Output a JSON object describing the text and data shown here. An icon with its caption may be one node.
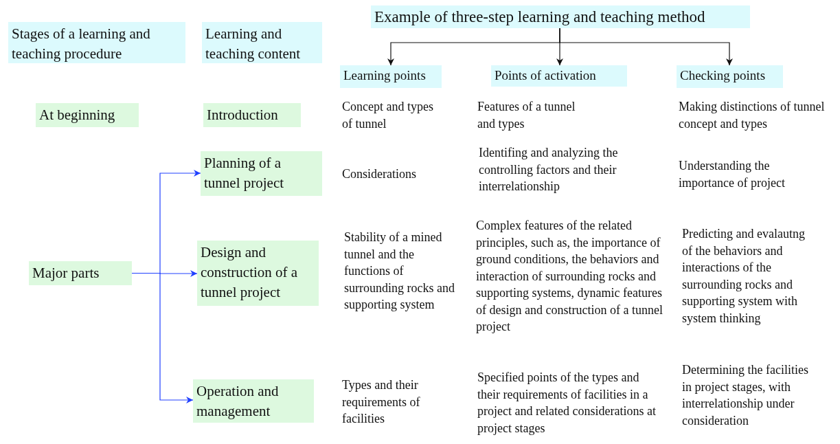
{
  "diagram": {
    "nodes": [
      {
        "text": [
          "Stages of a learning and teaching procedure"
        ]
      },
      {
        "text": [
          "Learning and teaching content"
        ]
      },
      {
        "text": [
          "Example of three-step learning and teaching method"
        ]
      },
      {
        "text": [
          "Learning points"
        ]
      },
      {
        "text": [
          "Points of activation"
        ]
      },
      {
        "text": [
          "Checking points"
        ]
      },
      {
        "text": [
          "At beginning"
        ]
      },
      {
        "text": [
          "Introduction"
        ]
      },
      {
        "text": [
          "Planning of a tunnel project"
        ]
      },
      {
        "text": [
          "Design and construction of a tunnel project"
        ]
      },
      {
        "text": [
          "Major parts"
        ]
      },
      {
        "text": [
          "Operation and management"
        ]
      }
    ],
    "edges": [
      {
        "from": 2,
        "to": 3,
        "arrow": "to"
      },
      {
        "from": 2,
        "to": 4,
        "arrow": "to"
      },
      {
        "from": 2,
        "to": 5,
        "arrow": "to"
      },
      {
        "from": 10,
        "to": 8,
        "arrow": "to",
        "color": "#2040ff"
      },
      {
        "from": 10,
        "to": 9,
        "arrow": "to",
        "color": "#2040ff"
      },
      {
        "from": 10,
        "to": 11,
        "arrow": "to",
        "color": "#2040ff"
      }
    ],
    "labels": [
      "Concept and types of tunnel",
      "Features of a tunnel and types",
      "Making distinctions of tunnel concept and types",
      "Considerations",
      "Identifing and analyzing the controlling factors and their interrelationship",
      "Understanding the importance of project",
      "Stability of a mined tunnel and the functions of surrounding rocks and supporting system",
      "Complex features of the related principles, such as, the importance of ground conditions, the behaviors and interaction of surrounding rocks and supporting systems, dynamic features of design and construction of a tunnel project",
      "Predicting and evalautng of the behaviors and interactions of the surrounding rocks and supporting system with system thinking",
      "Types and their requirements of facilities",
      "Specified points of the types and their requirements of facilities in a project and related considerations at project stages",
      "Determining the facilities in project stages, with interrelationship under consideration"
    ]
  }
}
